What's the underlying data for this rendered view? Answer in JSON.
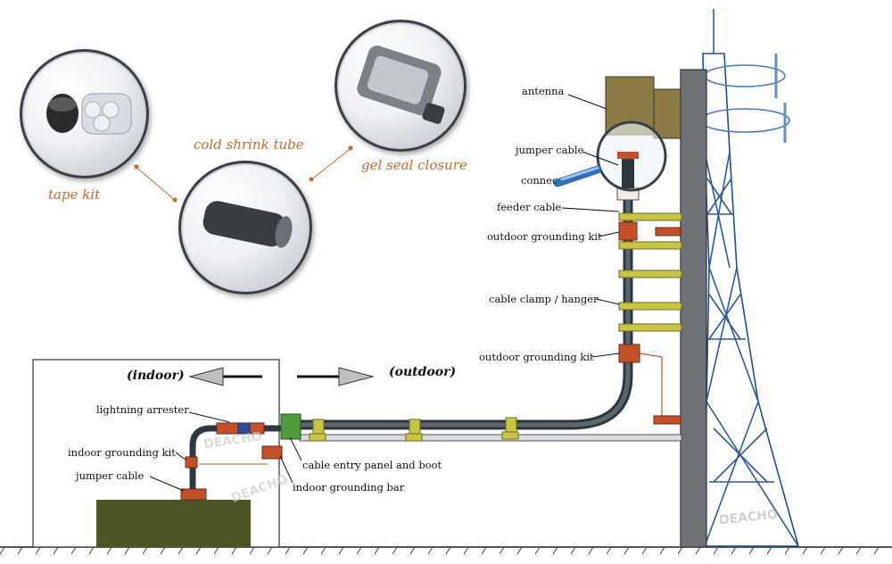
{
  "kits": {
    "tape_kit": "tape kit",
    "cold_shrink_tube": "cold shrink tube",
    "gel_seal_closure": "gel seal closure"
  },
  "directions": {
    "indoor": "(indoor)",
    "outdoor": "(outdoor)"
  },
  "labels": {
    "antenna": "antenna",
    "jumper_cable_top": "jumper cable",
    "connector": "connector",
    "feeder_cable": "feeder cable",
    "outdoor_grounding_kit_1": "outdoor grounding kit",
    "cable_clamp_hanger": "cable clamp / hanger",
    "outdoor_grounding_kit_2": "outdoor grounding kit",
    "lightning_arrester": "lightning arrester",
    "indoor_grounding_kit": "indoor grounding kit",
    "jumper_cable_bottom": "jumper cable",
    "cable_entry_panel": "cable entry panel and boot",
    "indoor_grounding_bar": "indoor grounding bar"
  },
  "watermark": "DEACHO",
  "colors": {
    "kit_label": "#c8682b",
    "cable": "#3e474d",
    "clamp": "#c9c544",
    "grounding": "#c4502a",
    "antenna": "#8c7a45",
    "mast": "#6e7175",
    "equipment": "#4e5525",
    "entry_panel": "#4f9a3e"
  }
}
